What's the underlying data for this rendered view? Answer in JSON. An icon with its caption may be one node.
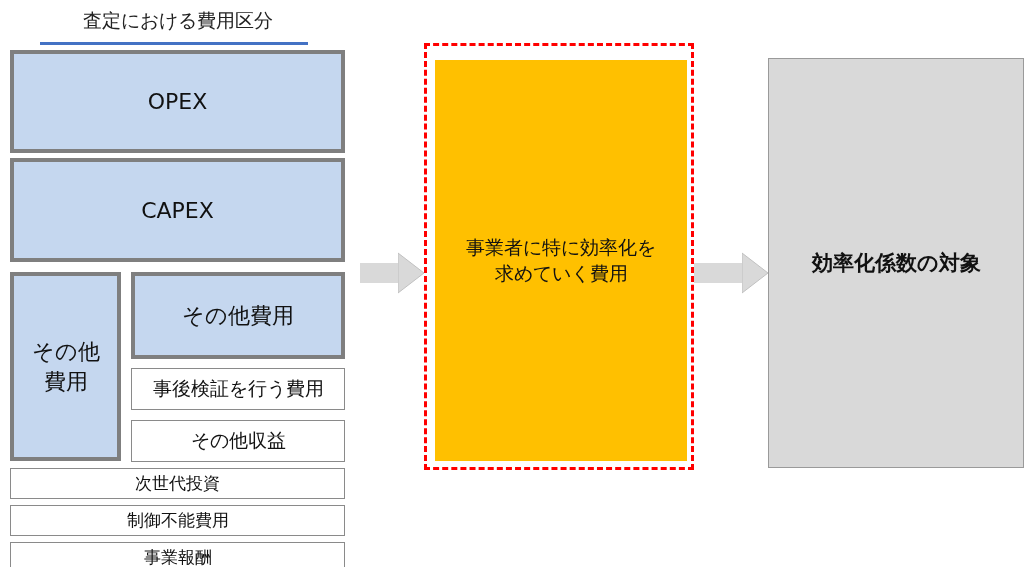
{
  "diagram": {
    "title": "査定における費用区分",
    "nodes": [
      {
        "text": [
          "OPEX"
        ]
      },
      {
        "text": [
          "CAPEX"
        ]
      },
      {
        "text": [
          "その他費用"
        ]
      },
      {
        "text": [
          "その他費用"
        ]
      },
      {
        "text": [
          "事後検証を行う費用"
        ]
      },
      {
        "text": [
          "その他収益"
        ]
      },
      {
        "text": [
          "次世代投資"
        ]
      },
      {
        "text": [
          "制御不能費用"
        ]
      },
      {
        "text": [
          "事業報酬"
        ]
      },
      {
        "text": [],
        "shape": "box"
      },
      {
        "text": [
          "事業者に特に効率化を求めていく費用"
        ],
        "in": 9
      },
      {
        "text": [
          "効率化係数の対象"
        ]
      }
    ],
    "edges": [
      {
        "from": null,
        "to": 9,
        "arrow": "to"
      },
      {
        "from": 9,
        "to": 11,
        "arrow": "to"
      }
    ]
  }
}
